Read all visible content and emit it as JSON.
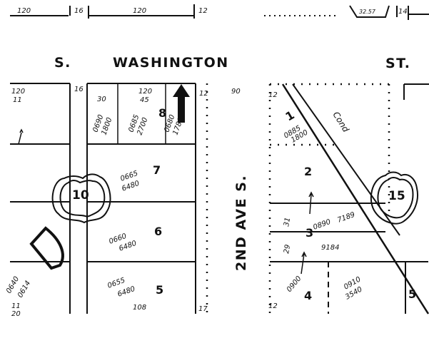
{
  "streets": {
    "washington_s": "S.",
    "washington_name": "WASHINGTON",
    "washington_st": "ST.",
    "second_ave": "2ND AVE S."
  },
  "top_dims": {
    "d1": "120",
    "d2": "16",
    "d3": "120",
    "d4": "12",
    "d5": "32.57",
    "d6": "14"
  },
  "left_block": {
    "edge_top_dim": "120",
    "edge_top_sub": "11",
    "alley_dim": "16",
    "right_dim": "12",
    "bottom_left_dim_a": "11",
    "bottom_left_dim_b": "20",
    "bottom_right_dim": "17",
    "circle_block_number": "10",
    "lots": [
      {
        "number": "8",
        "notes": [
          "30",
          "120",
          "45",
          "0690",
          "1800",
          "0685",
          "2700",
          "0680",
          "1780"
        ]
      },
      {
        "number": "7",
        "notes": [
          "0665",
          "6480"
        ]
      },
      {
        "number": "6",
        "notes": [
          "0660",
          "6480"
        ]
      },
      {
        "number": "5",
        "notes": [
          "0655",
          "6480",
          "108"
        ]
      }
    ],
    "far_left_notes": [
      "0640",
      "0614"
    ]
  },
  "right_block": {
    "top_dim": "90",
    "left_dim": "12",
    "bottom_dim": "12",
    "diag_label": "Cond",
    "circle_block_number": "15",
    "lots": [
      {
        "number": "1",
        "notes": [
          "0885",
          "1800"
        ]
      },
      {
        "number": "2",
        "notes": []
      },
      {
        "number": "3",
        "notes": [
          "31",
          "0890",
          "7189"
        ]
      },
      {
        "number": "4",
        "notes": [
          "29",
          "9184",
          "0900",
          "0910",
          "3540"
        ]
      },
      {
        "number": "5",
        "notes": []
      }
    ]
  }
}
